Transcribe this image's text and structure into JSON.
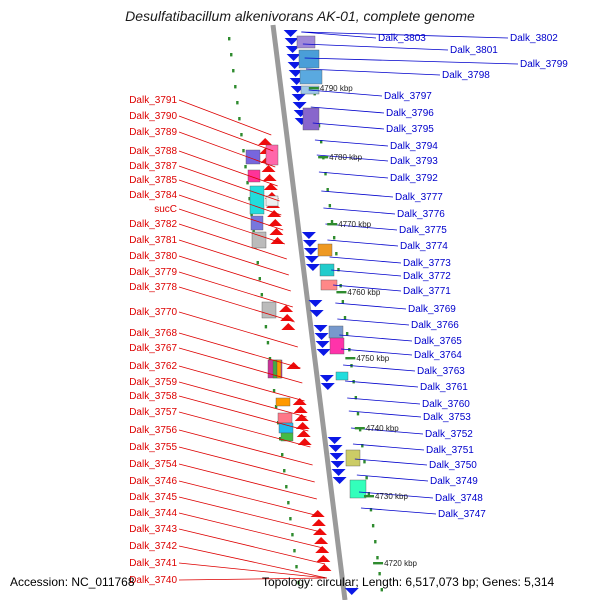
{
  "title": "Desulfatibacillum alkenivorans AK-01, complete genome",
  "footer": {
    "accession": "Accession: NC_011768",
    "topology": "Topology: circular; Length: 6,517,073 bp; Genes: 5,314"
  },
  "colors": {
    "left_labels": "#dd0000",
    "right_labels": "#0000cc",
    "backbone": "#999999",
    "dots": "#2e8b2e"
  },
  "scale_marks": [
    "4790 kbp",
    "4780 kbp",
    "4770 kbp",
    "4760 kbp",
    "4750 kbp",
    "4740 kbp",
    "4730 kbp",
    "4720 kbp"
  ],
  "left_genes": [
    "Dalk_3791",
    "Dalk_3790",
    "Dalk_3789",
    "Dalk_3788",
    "Dalk_3787",
    "Dalk_3785",
    "Dalk_3784",
    "sucC",
    "Dalk_3782",
    "Dalk_3781",
    "Dalk_3780",
    "Dalk_3779",
    "Dalk_3778",
    "Dalk_3770",
    "Dalk_3768",
    "Dalk_3767",
    "Dalk_3762",
    "Dalk_3759",
    "Dalk_3758",
    "Dalk_3757",
    "Dalk_3756",
    "Dalk_3755",
    "Dalk_3754",
    "Dalk_3746",
    "Dalk_3745",
    "Dalk_3744",
    "Dalk_3743",
    "Dalk_3742",
    "Dalk_3741",
    "Dalk_3740"
  ],
  "right_genes": [
    "Dalk_3803",
    "Dalk_3802",
    "Dalk_3801",
    "Dalk_3799",
    "Dalk_3798",
    "Dalk_3797",
    "Dalk_3796",
    "Dalk_3795",
    "Dalk_3794",
    "Dalk_3793",
    "Dalk_3792",
    "Dalk_3777",
    "Dalk_3776",
    "Dalk_3775",
    "Dalk_3774",
    "Dalk_3773",
    "Dalk_3772",
    "Dalk_3771",
    "Dalk_3769",
    "Dalk_3766",
    "Dalk_3765",
    "Dalk_3764",
    "Dalk_3763",
    "Dalk_3761",
    "Dalk_3760",
    "Dalk_3753",
    "Dalk_3752",
    "Dalk_3751",
    "Dalk_3750",
    "Dalk_3749",
    "Dalk_3748",
    "Dalk_3747"
  ]
}
